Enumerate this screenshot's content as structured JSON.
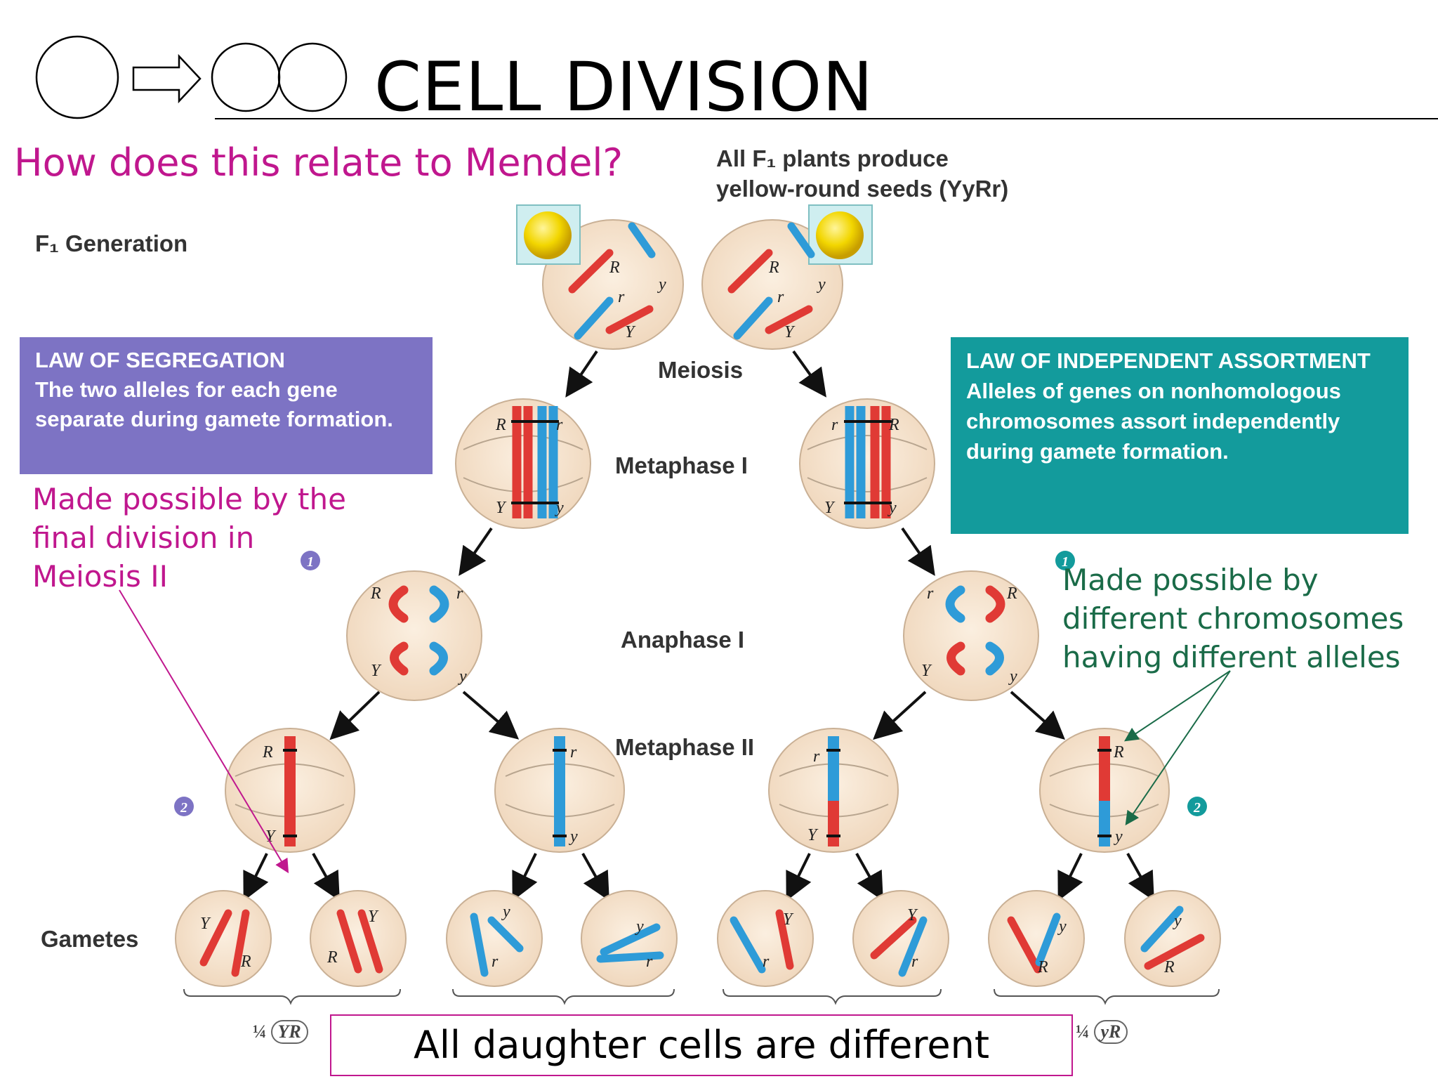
{
  "header": {
    "title": "CELL DIVISION"
  },
  "question": "How does this relate to Mendel?",
  "f1_note": {
    "line1": "All F₁ plants produce",
    "line2": "yellow-round seeds (YyRr)"
  },
  "generation_label": "F₁ Generation",
  "law_segregation": {
    "heading": "LAW OF SEGREGATION",
    "text": "The two alleles for each gene separate during gamete formation."
  },
  "law_independent": {
    "heading": "LAW OF INDEPENDENT ASSORTMENT",
    "text": "Alleles of genes on nonhomologous chromosomes assort independently during gamete formation."
  },
  "annotations": {
    "segregation_note": "Made possible by the final division in Meiosis II",
    "independent_note": "Made possible by different chromosomes having different alleles"
  },
  "stages": {
    "meiosis": "Meiosis",
    "metaphase1": "Metaphase I",
    "anaphase1": "Anaphase I",
    "metaphase2": "Metaphase II",
    "gametes": "Gametes"
  },
  "step_markers": [
    "1",
    "2",
    "1",
    "2"
  ],
  "gamete_fractions": [
    {
      "fraction": "¼",
      "genotype": "YR"
    },
    {
      "fraction": "¼",
      "genotype": "yR"
    }
  ],
  "conclusion": "All daughter cells are different",
  "alleles": {
    "R": "R",
    "r": "r",
    "Y": "Y",
    "y": "y"
  },
  "colors": {
    "magenta": "#c0178e",
    "green": "#1a6b48",
    "segregation_box": "#7d73c4",
    "independent_box": "#139b9c",
    "chromosome_red": "#e03a35",
    "chromosome_blue": "#2e9bd8",
    "cell_fill": "#f6e4cf"
  }
}
